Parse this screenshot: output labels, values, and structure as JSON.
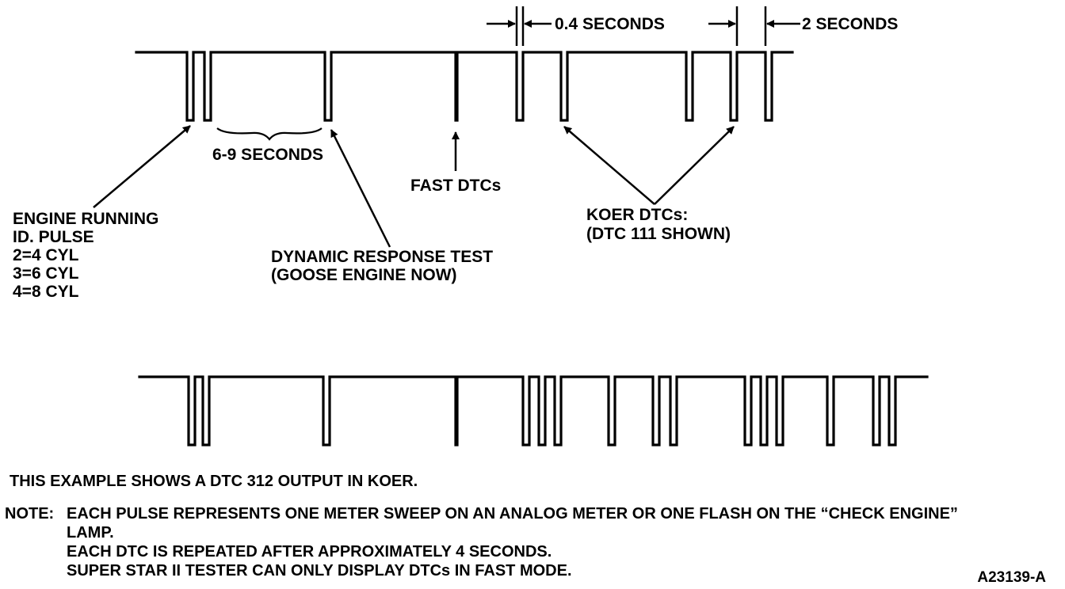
{
  "top_labels": {
    "time_short": "0.4 SECONDS",
    "time_long": "2 SECONDS",
    "gap": "6-9 SECONDS",
    "fast": "FAST DTCs",
    "koer_line1": "KOER DTCs:",
    "koer_line2": "(DTC 111 SHOWN)",
    "engine_line1": "ENGINE RUNNING",
    "engine_line2": "ID. PULSE",
    "engine_line3": "2=4 CYL",
    "engine_line4": "3=6 CYL",
    "engine_line5": "4=8 CYL",
    "dynamic_line1": "DYNAMIC RESPONSE TEST",
    "dynamic_line2": "(GOOSE ENGINE NOW)"
  },
  "bottom_text": {
    "example": "THIS EXAMPLE SHOWS A DTC 312 OUTPUT IN KOER.",
    "note_prefix": "NOTE:",
    "note_line1": "EACH PULSE REPRESENTS ONE METER SWEEP ON AN ANALOG METER OR ONE FLASH ON THE “CHECK ENGINE”",
    "note_line2": "LAMP.",
    "note_line3": "EACH DTC IS REPEATED AFTER APPROXIMATELY 4 SECONDS.",
    "note_line4": "SUPER STAR II TESTER CAN ONLY DISPLAY DTCs IN FAST MODE."
  },
  "figure_id": "A23139-A"
}
